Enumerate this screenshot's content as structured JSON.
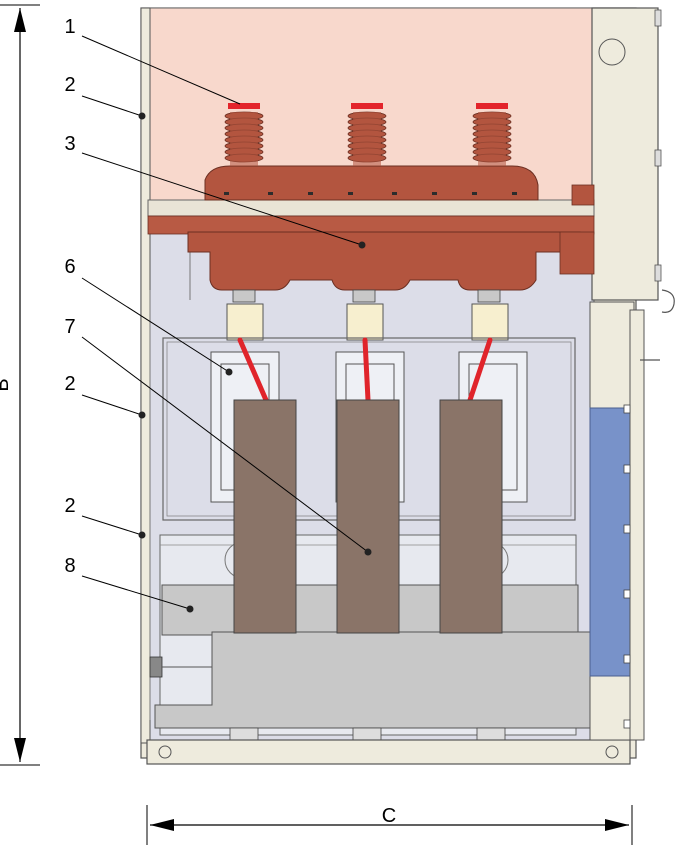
{
  "callouts": [
    {
      "label": "1"
    },
    {
      "label": "2"
    },
    {
      "label": "3"
    },
    {
      "label": "6"
    },
    {
      "label": "7"
    },
    {
      "label": "2"
    },
    {
      "label": "2"
    },
    {
      "label": "8"
    }
  ],
  "dimensions": {
    "height_label": "B",
    "width_label": "C"
  },
  "colors": {
    "busbar_compartment": "#f8d8cc",
    "insulator": "#b3553f",
    "insulator_cap": "#e3242b",
    "frame": "#eeebdd",
    "interior": "#dcdde8",
    "side_panel": "#7892c9",
    "transformer": "#8a7468",
    "base_block": "#c8c8c8",
    "conductor": "#e0242b",
    "line": "#000000"
  }
}
